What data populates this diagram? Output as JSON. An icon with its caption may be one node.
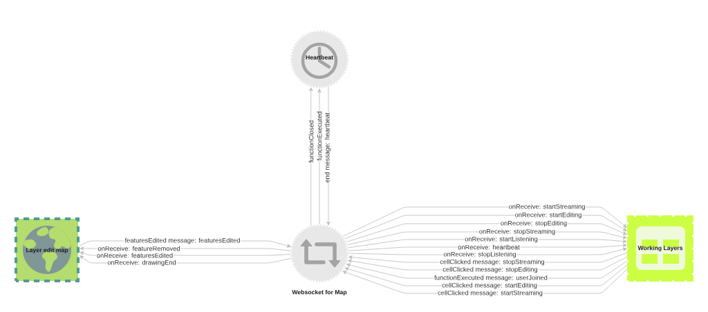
{
  "diagram": {
    "nodes": [
      {
        "text": [
          "Heartbeat"
        ]
      },
      {
        "text": [
          "Layer edit map"
        ]
      },
      {
        "text": [
          "Websocket for Map"
        ]
      },
      {
        "text": [
          "Working Layers"
        ]
      }
    ],
    "edges": [
      {
        "from": 2,
        "to": 0,
        "arrow": "to",
        "label": "functionClosed"
      },
      {
        "from": 2,
        "to": 0,
        "arrow": "to",
        "label": "functionExecuted"
      },
      {
        "from": 0,
        "to": 2,
        "arrow": "to",
        "label": "end message: heartbeat"
      },
      {
        "from": 1,
        "to": 2,
        "arrow": "to",
        "label": "featuresEdited message: featuresEdited"
      },
      {
        "from": 2,
        "to": 1,
        "arrow": "to",
        "label": "onReceive: featureRemoved"
      },
      {
        "from": 2,
        "to": 1,
        "arrow": "to",
        "label": "onReceive: featuresEdited"
      },
      {
        "from": 2,
        "to": 1,
        "arrow": "to",
        "label": "onReceive: drawingEnd"
      },
      {
        "from": 2,
        "to": 3,
        "arrow": "to",
        "label": "onReceive: startStreaming"
      },
      {
        "from": 2,
        "to": 3,
        "arrow": "to",
        "label": "onReceive: startEditing"
      },
      {
        "from": 2,
        "to": 3,
        "arrow": "to",
        "label": "onReceive: stopEditing"
      },
      {
        "from": 2,
        "to": 3,
        "arrow": "to",
        "label": "onReceive: stopStreaming"
      },
      {
        "from": 2,
        "to": 3,
        "arrow": "to",
        "label": "onReceive: startListening"
      },
      {
        "from": 2,
        "to": 3,
        "arrow": "to",
        "label": "onReceive: heartbeat"
      },
      {
        "from": 2,
        "to": 3,
        "arrow": "to",
        "label": "onReceive: stopListening"
      },
      {
        "from": 3,
        "to": 2,
        "arrow": "to",
        "label": "cellClicked message: stopStreaming"
      },
      {
        "from": 3,
        "to": 2,
        "arrow": "to",
        "label": "cellClicked message: stopEditing"
      },
      {
        "from": 3,
        "to": 2,
        "arrow": "to",
        "label": "functionExecuted message: userJoined"
      },
      {
        "from": 3,
        "to": 2,
        "arrow": "to",
        "label": "cellClicked message: startEditing"
      },
      {
        "from": 3,
        "to": 2,
        "arrow": "to",
        "label": "cellClicked message: startStreaming"
      }
    ]
  }
}
